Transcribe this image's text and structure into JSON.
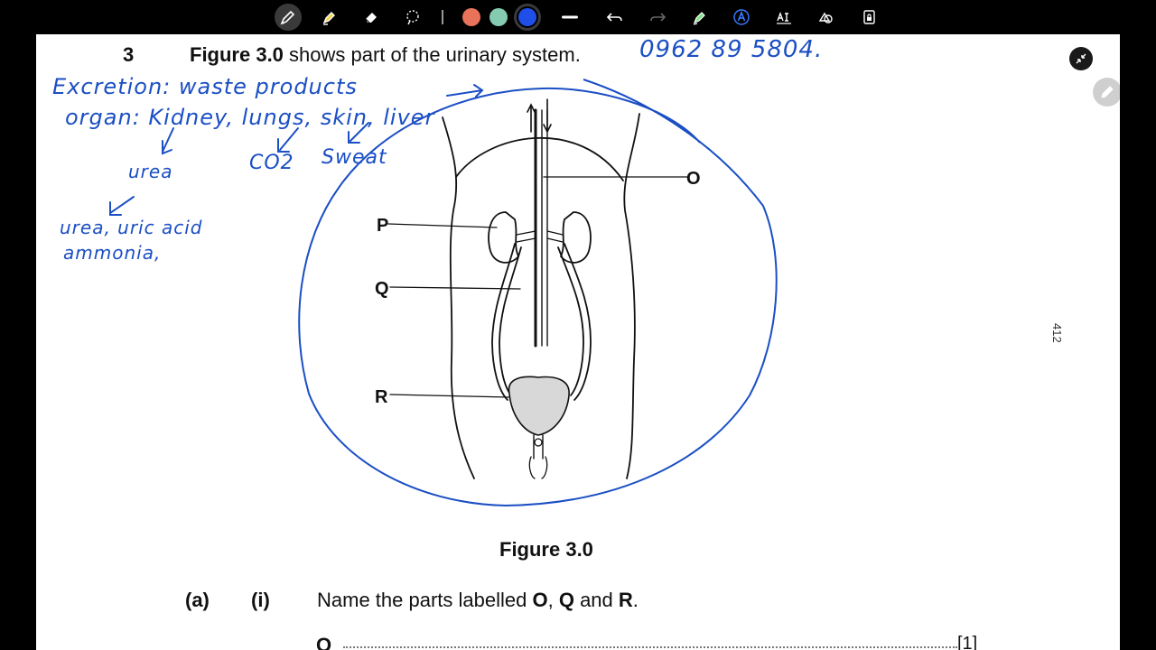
{
  "toolbar": {
    "tools": [
      {
        "name": "pen-tool-icon",
        "active": true
      },
      {
        "name": "highlighter-tool-icon"
      },
      {
        "name": "eraser-tool-icon"
      },
      {
        "name": "lasso-select-icon"
      },
      {
        "name": "line-width-icon"
      },
      {
        "name": "undo-icon"
      },
      {
        "name": "redo-icon"
      },
      {
        "name": "laser-pointer-icon"
      },
      {
        "name": "text-recognition-icon"
      },
      {
        "name": "text-box-icon"
      },
      {
        "name": "shapes-icon"
      },
      {
        "name": "lock-icon"
      }
    ],
    "colors": [
      "#e8735a",
      "#84cbb1",
      "#1f4fe8"
    ],
    "selected_color": "#1f4fe8"
  },
  "question": {
    "number": "3",
    "figure_ref": "Figure 3.0",
    "text": " shows part of the urinary system."
  },
  "figure": {
    "caption": "Figure 3.0",
    "labels": {
      "o": "O",
      "p": "P",
      "q": "Q",
      "r": "R"
    }
  },
  "part": {
    "letter": "(a)",
    "roman": "(i)",
    "text_prefix": "Name the parts labelled ",
    "bold1": "O",
    "sep1": ", ",
    "bold2": "Q",
    "sep2": " and ",
    "bold3": "R",
    "suffix": ".",
    "answer_label": "O",
    "marks": "[1]"
  },
  "side_code": "412",
  "handwriting": {
    "phone": "0962 89 5804.",
    "line1": "Excretion: waste products",
    "line2": "organ: Kidney, lungs, skin, liver",
    "urea": "urea",
    "co2": "CO2",
    "sweat": "Sweat",
    "line3": "urea, uric acid",
    "line4": "ammonia,"
  },
  "colors": {
    "ink": "#1b4fc4",
    "toolbar_bg": "#000000",
    "page_bg": "#ffffff"
  }
}
